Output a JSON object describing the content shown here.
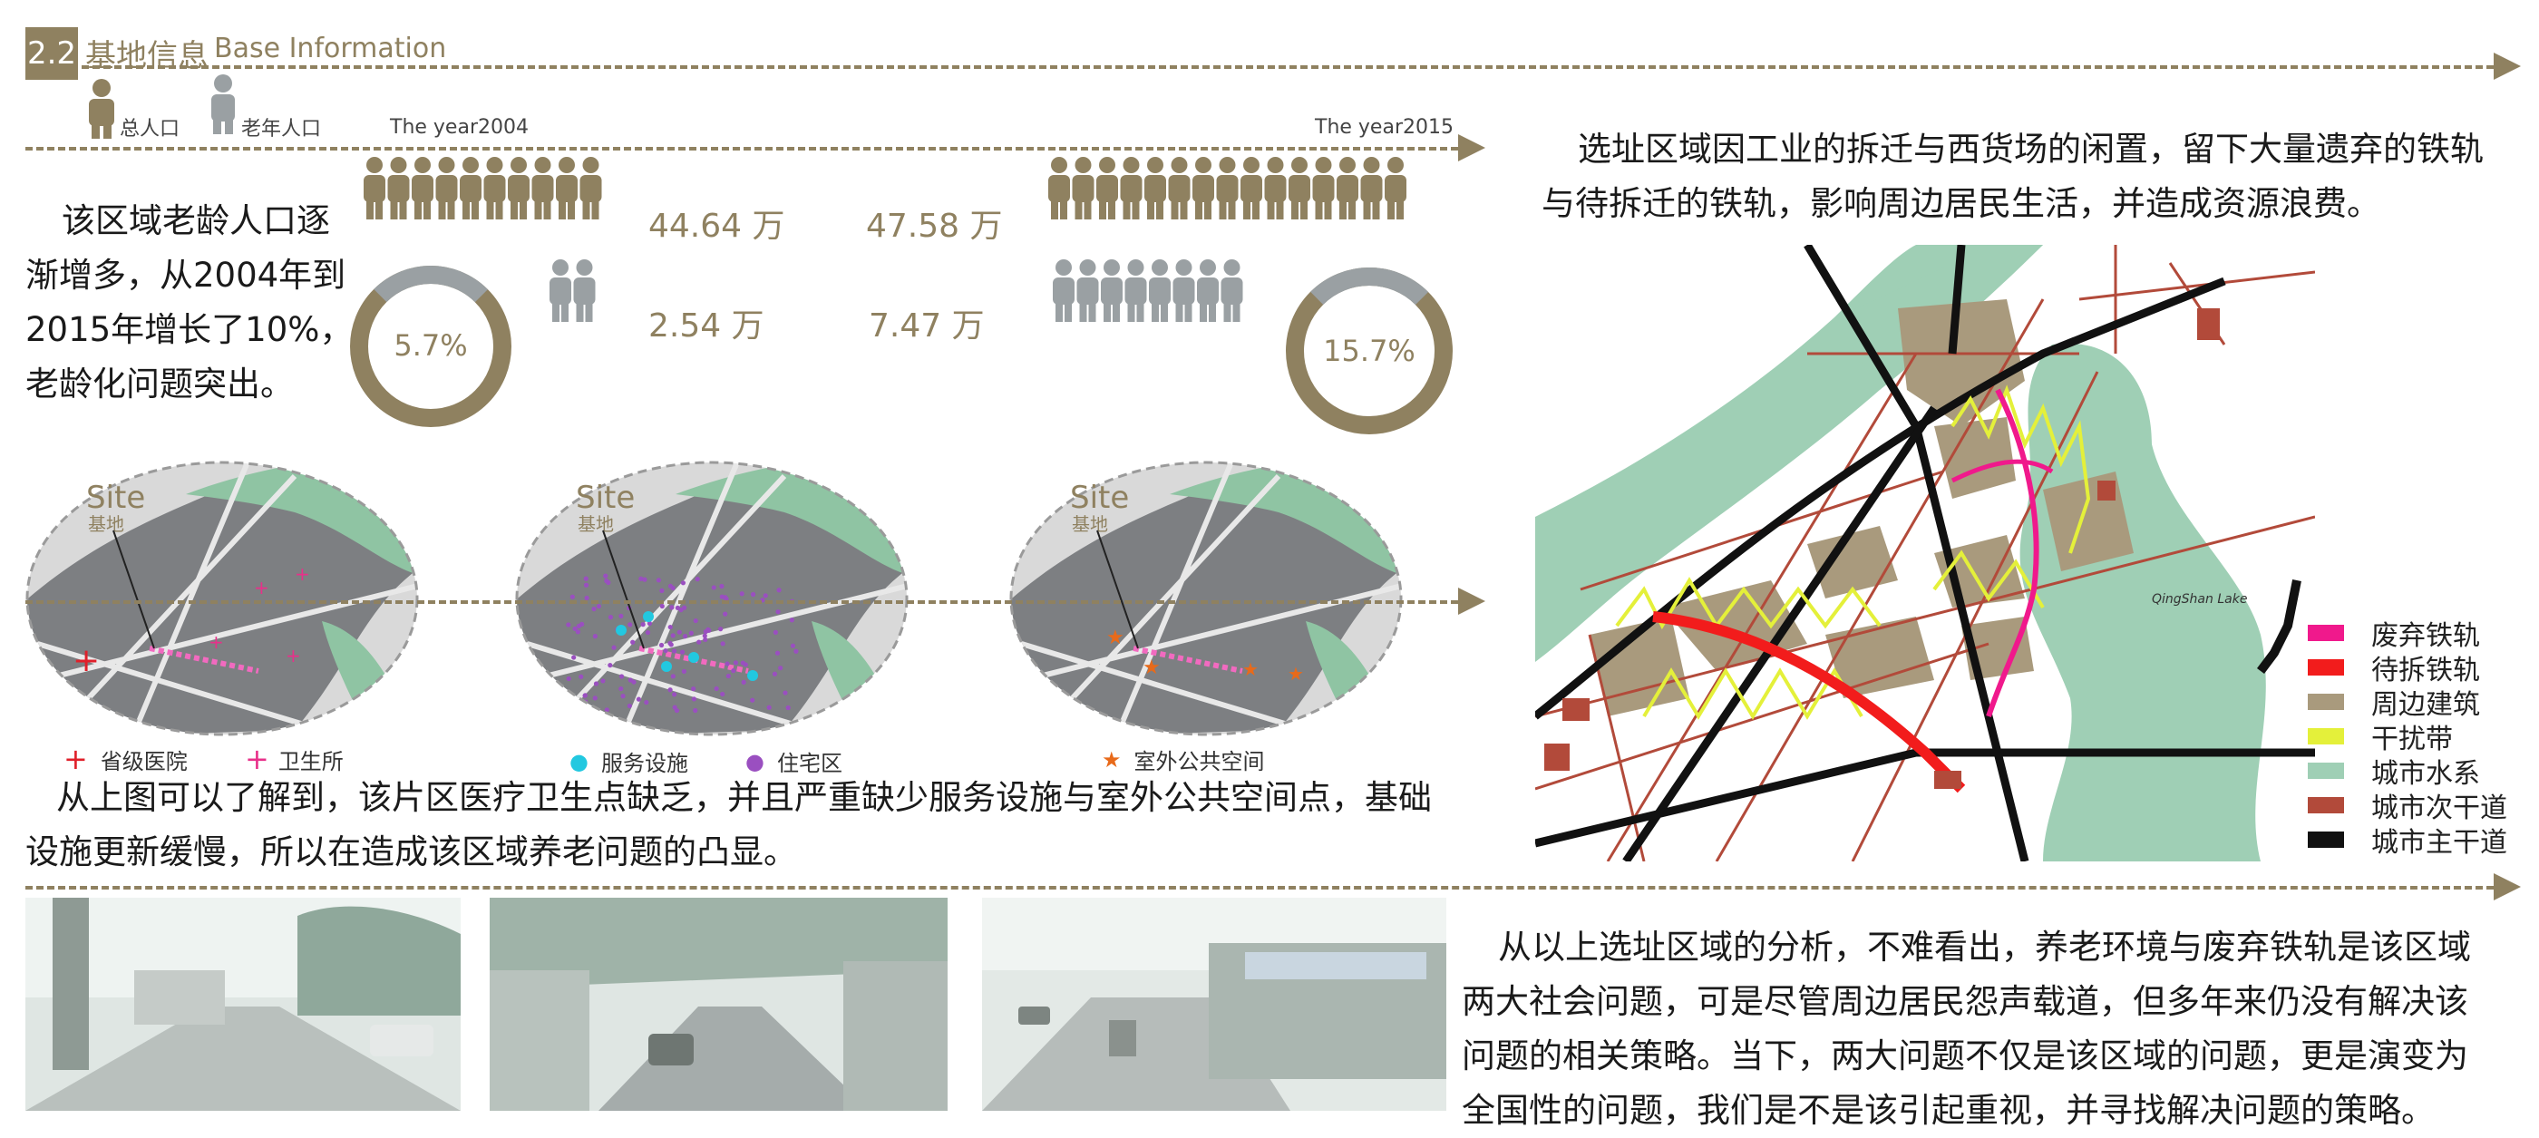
{
  "header": {
    "section_number": "2.2",
    "title_cn": "基地信息",
    "title_en": "Base Information"
  },
  "population_legend": {
    "total_label": "总人口",
    "elderly_label": "老年人口"
  },
  "years": {
    "left": "The year2004",
    "right": "The year2015"
  },
  "aging_text": {
    "lines": [
      "该区域老龄人口逐",
      "渐增多，从2004年到",
      "2015年增长了10%，",
      "老龄化问题突出。"
    ]
  },
  "stats": {
    "total_2004": "44.64 万",
    "total_2015": "47.58  万",
    "elderly_2004": "2.54 万",
    "elderly_2015": "7.47 万"
  },
  "donuts": {
    "left": {
      "label": "5.7%",
      "value": 5.7
    },
    "right": {
      "label": "15.7%",
      "value": 15.7
    }
  },
  "site_maps": {
    "site_label": "Site",
    "site_label_cn": "基地",
    "legends": [
      {
        "symbol": "+",
        "color": "#e0202a",
        "label": "省级医院"
      },
      {
        "symbol": "+",
        "color": "#e8308a",
        "label": "卫生所"
      },
      {
        "symbol": "●",
        "color": "#22c8e0",
        "label": "服务设施"
      },
      {
        "symbol": "●",
        "color": "#9a4fc0",
        "label": "住宅区"
      },
      {
        "symbol": "★",
        "color": "#e86a1a",
        "label": "室外公共空间"
      }
    ]
  },
  "facility_text": {
    "lines": [
      "从上图可以了解到，该片区医疗卫生点缺乏，并且严重缺少服务设施与室外公共空间点，基础",
      "设施更新缓慢，所以在造成该区域养老问题的凸显。"
    ]
  },
  "railway_text": {
    "lines": [
      "选址区域因工业的拆迁与西货场的闲置，留下大量遗弃的铁轨",
      "与待拆迁的铁轨，影响周边居民生活，并造成资源浪费。"
    ]
  },
  "big_map": {
    "lake_label": "QingShan Lake"
  },
  "map_legend": [
    {
      "color": "#f0198c",
      "label": "废弃铁轨"
    },
    {
      "color": "#f21c1c",
      "label": "待拆铁轨"
    },
    {
      "color": "#a99a7d",
      "label": "周边建筑"
    },
    {
      "color": "#e4f03a",
      "label": "干扰带"
    },
    {
      "color": "#9fcfb5",
      "label": "城市水系"
    },
    {
      "color": "#b24a3a",
      "label": "城市次干道"
    },
    {
      "color": "#111111",
      "label": "城市主干道"
    }
  ],
  "conclusion_text": {
    "lines": [
      "从以上选址区域的分析，不难看出，养老环境与废弃铁轨是该区域",
      "两大社会问题，可是尽管周边居民怨声载道，但多年来仍没有解决该",
      "问题的相关策略。当下，两大问题不仅是该区域的问题，更是演变为",
      "全国性的问题，我们是不是该引起重视，并寻找解决问题的策略。"
    ]
  },
  "colors": {
    "accent": "#8f8160",
    "gray": "#9aa0a3",
    "map_green": "#8fc4a3"
  }
}
